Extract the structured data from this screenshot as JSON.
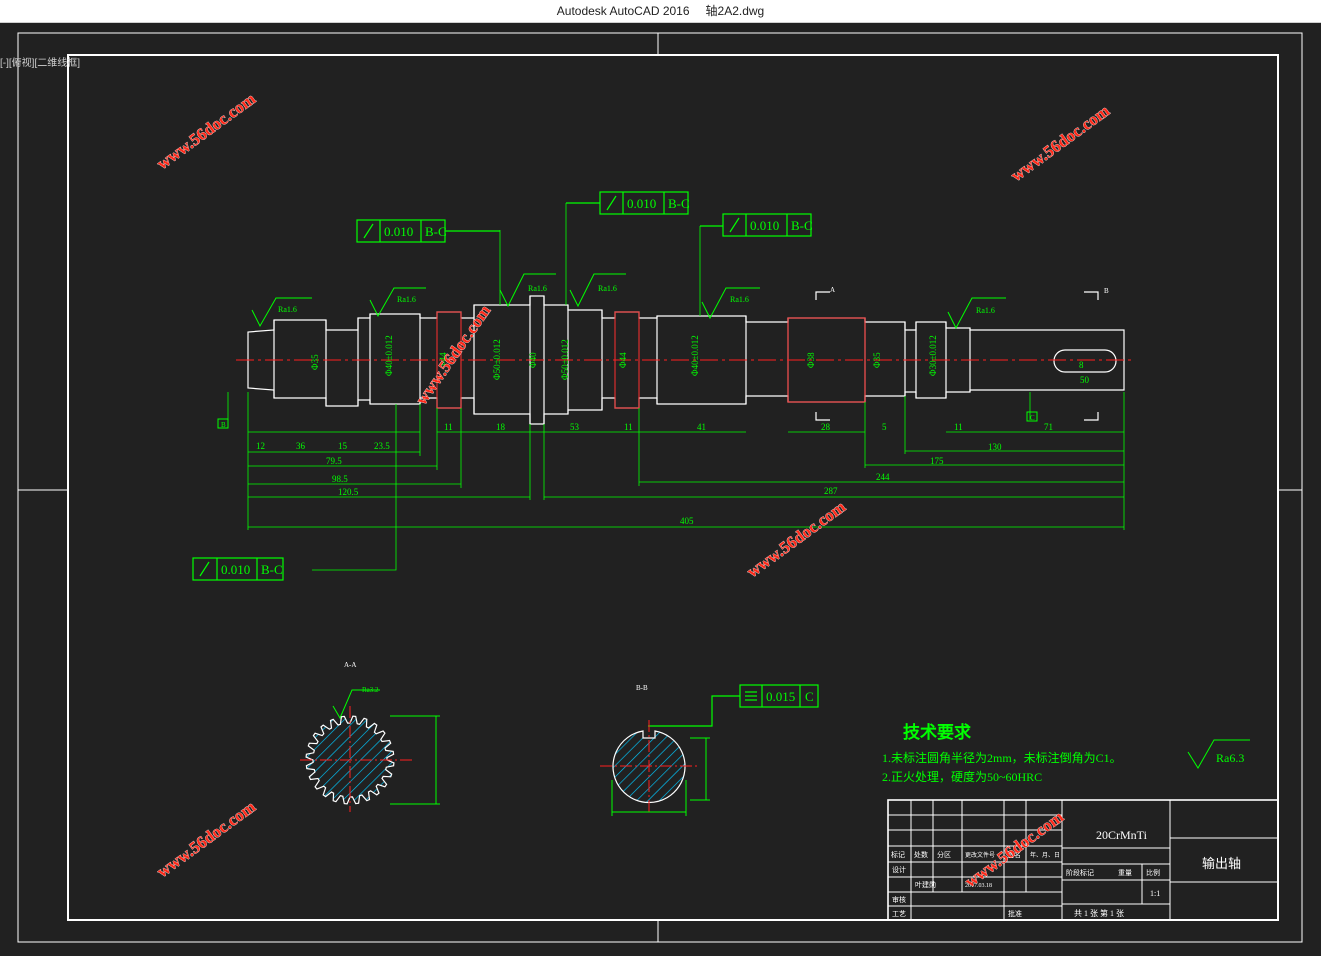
{
  "window": {
    "app_title": "Autodesk AutoCAD 2016",
    "file_name": "轴2A2.dwg",
    "corner_label": "[-][俯视][二维线框]"
  },
  "colors": {
    "background": "#212121",
    "frame": "#ffffff",
    "geometry": "#ffffff",
    "annotation": "#00ff00",
    "centerline": "#ff2020",
    "hatch": "#00c8ff",
    "watermark": "#ff2a1a"
  },
  "tolerance_frames": [
    {
      "symbol": "circular-runout",
      "value": "0.010",
      "datum": "B-C"
    },
    {
      "symbol": "circular-runout",
      "value": "0.010",
      "datum": "B-C"
    },
    {
      "symbol": "circular-runout",
      "value": "0.010",
      "datum": "B-C"
    },
    {
      "symbol": "circular-runout",
      "value": "0.010",
      "datum": "B-C"
    },
    {
      "symbol": "symmetry",
      "value": "0.015",
      "datum": "C"
    }
  ],
  "roughness": [
    "Ra1.6",
    "Ra1.6",
    "Ra1.6",
    "Ra1.6",
    "Ra1.6",
    "Ra1.6",
    "Ra3.2",
    "Ra6.3"
  ],
  "dimensions": {
    "bottom_chain": [
      "12",
      "36",
      "15",
      "23.5",
      "11",
      "18",
      "53",
      "11",
      "41",
      "28",
      "5",
      "11",
      "71"
    ],
    "bottom_overall": [
      "79.5",
      "98.5",
      "120.5",
      "405",
      "287",
      "244",
      "175",
      "130"
    ],
    "diameters": [
      "Φ35",
      "Φ40±0.012",
      "Φ44",
      "Φ50±0.012",
      "Φ40",
      "Φ50±0.012",
      "Φ44",
      "Φ40±0.012",
      "Φ38",
      "Φ35",
      "Φ30±0.012"
    ],
    "keyway": [
      "8",
      "50"
    ]
  },
  "datums": [
    "B",
    "C"
  ],
  "section_labels": [
    "A-A",
    "B-B",
    "A",
    "B"
  ],
  "tech_requirements": {
    "heading": "技术要求",
    "items": [
      "1.未标注圆角半径为2mm，未标注倒角为C1。",
      "2.正火处理，硬度为50~60HRC"
    ]
  },
  "title_block": {
    "material": "20CrMnTi",
    "part_name": "输出轴",
    "scale": "1:1",
    "sheet_info": "共 1 张    第 1 张",
    "headers_left": [
      "标记",
      "处数",
      "分区",
      "更改文件号",
      "签名",
      "年、月、日"
    ],
    "rows_left": [
      "设计",
      "审核",
      "工艺",
      "批准"
    ],
    "designer": "叶建勋",
    "date": "2017.03.18",
    "cols_right": [
      "阶段标记",
      "重量",
      "比例"
    ]
  },
  "watermark": "www.56doc.com"
}
